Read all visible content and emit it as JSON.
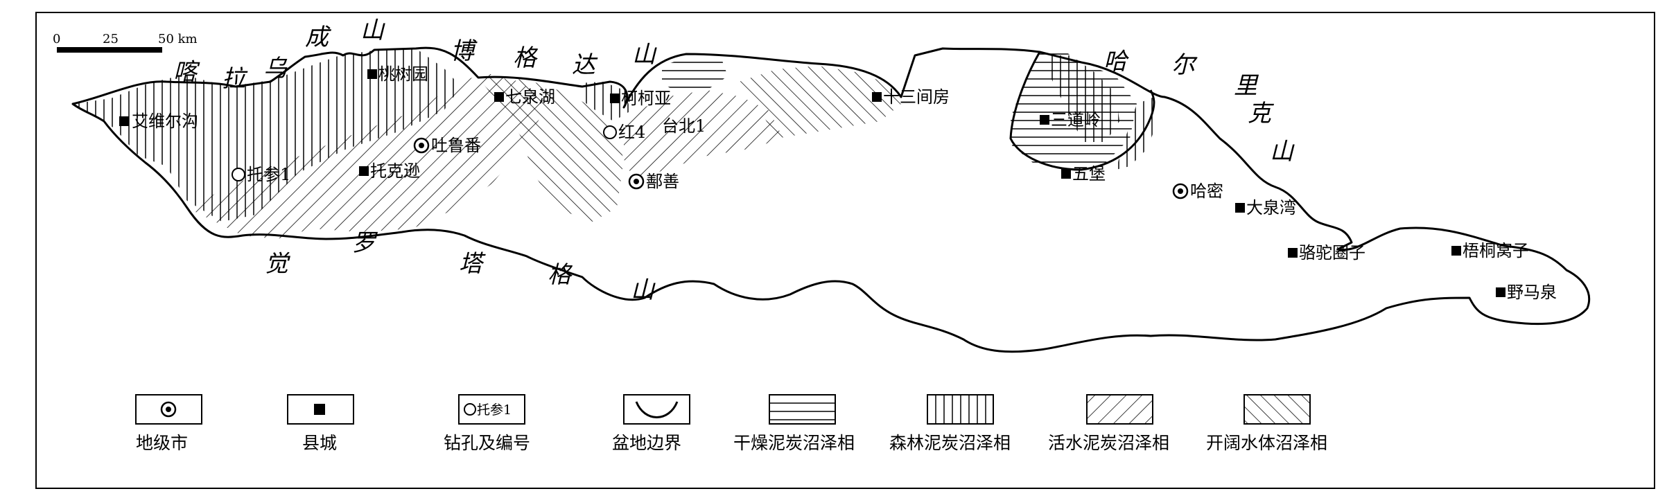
{
  "scale_bar": {
    "ticks": [
      "0",
      "25",
      "50 km"
    ]
  },
  "mountains": {
    "kalawucheng": [
      "喀",
      "拉",
      "乌",
      "成",
      "山"
    ],
    "bogeda": [
      "博",
      "格",
      "达",
      "山"
    ],
    "haerlike": [
      "哈",
      "尔",
      "里",
      "克",
      "山"
    ],
    "jueluotage": [
      "觉",
      "罗",
      "塔",
      "格",
      "山"
    ]
  },
  "cities": [
    {
      "name": "吐鲁番",
      "type": "city"
    },
    {
      "name": "鄯善",
      "type": "city"
    },
    {
      "name": "哈密",
      "type": "city"
    }
  ],
  "counties": [
    {
      "name": "艾维尔沟"
    },
    {
      "name": "桃树园"
    },
    {
      "name": "七泉湖"
    },
    {
      "name": "柯柯亚"
    },
    {
      "name": "十三间房"
    },
    {
      "name": "托克逊"
    },
    {
      "name": "三道岭"
    },
    {
      "name": "五堡"
    },
    {
      "name": "大泉湾"
    },
    {
      "name": "骆驼圈子"
    },
    {
      "name": "梧桐窝子"
    },
    {
      "name": "野马泉"
    }
  ],
  "wells": [
    {
      "name": "托参1"
    },
    {
      "name": "红4"
    },
    {
      "name": "台北1"
    }
  ],
  "legend": [
    {
      "key": "city",
      "label": "地级市"
    },
    {
      "key": "county",
      "label": "县城"
    },
    {
      "key": "well",
      "label": "钻孔及编号",
      "sample": "托参1"
    },
    {
      "key": "boundary",
      "label": "盆地边界"
    },
    {
      "key": "dry-peat",
      "label": "干燥泥炭沼泽相"
    },
    {
      "key": "forest-peat",
      "label": "森林泥炭沼泽相"
    },
    {
      "key": "flowing-peat",
      "label": "活水泥炭沼泽相"
    },
    {
      "key": "open-water",
      "label": "开阔水体沼泽相"
    }
  ]
}
